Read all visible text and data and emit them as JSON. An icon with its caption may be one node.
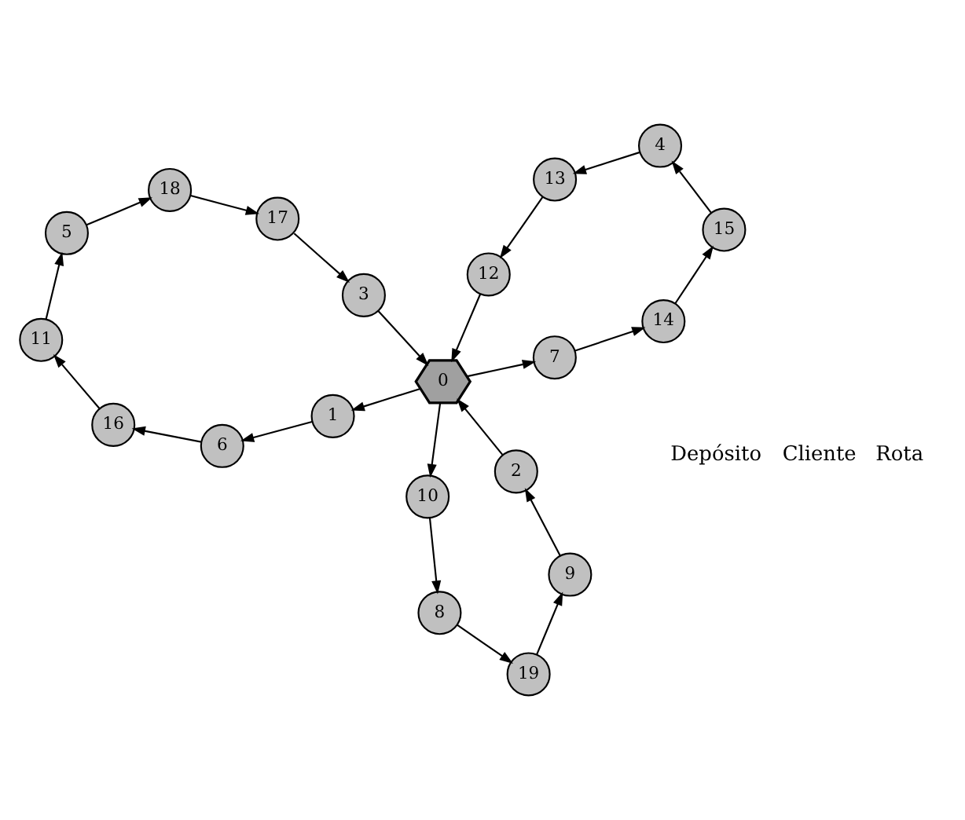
{
  "diagram": {
    "nodes": [
      {
        "text": [
          "0"
        ]
      },
      {
        "text": [
          "1"
        ]
      },
      {
        "text": [
          "2"
        ]
      },
      {
        "text": [
          "3"
        ]
      },
      {
        "text": [
          "4"
        ]
      },
      {
        "text": [
          "5"
        ]
      },
      {
        "text": [
          "6"
        ]
      },
      {
        "text": [
          "7"
        ]
      },
      {
        "text": [
          "8"
        ]
      },
      {
        "text": [
          "9"
        ]
      },
      {
        "text": [
          "10"
        ]
      },
      {
        "text": [
          "11"
        ]
      },
      {
        "text": [
          "12"
        ]
      },
      {
        "text": [
          "13"
        ]
      },
      {
        "text": [
          "14"
        ]
      },
      {
        "text": [
          "15"
        ]
      },
      {
        "text": [
          "16"
        ]
      },
      {
        "text": [
          "17"
        ]
      },
      {
        "text": [
          "18"
        ]
      },
      {
        "text": [
          "19"
        ]
      }
    ],
    "edges": [
      {
        "from": 0,
        "to": 7,
        "arrow": "to"
      },
      {
        "from": 7,
        "to": 14,
        "arrow": "to"
      },
      {
        "from": 14,
        "to": 15,
        "arrow": "to"
      },
      {
        "from": 15,
        "to": 4,
        "arrow": "to"
      },
      {
        "from": 4,
        "to": 13,
        "arrow": "to"
      },
      {
        "from": 13,
        "to": 12,
        "arrow": "to"
      },
      {
        "from": 12,
        "to": 0,
        "arrow": "to"
      },
      {
        "from": 0,
        "to": 1,
        "arrow": "to"
      },
      {
        "from": 1,
        "to": 6,
        "arrow": "to"
      },
      {
        "from": 6,
        "to": 16,
        "arrow": "to"
      },
      {
        "from": 16,
        "to": 11,
        "arrow": "to"
      },
      {
        "from": 11,
        "to": 5,
        "arrow": "to"
      },
      {
        "from": 5,
        "to": 18,
        "arrow": "to"
      },
      {
        "from": 18,
        "to": 17,
        "arrow": "to"
      },
      {
        "from": 17,
        "to": 3,
        "arrow": "to"
      },
      {
        "from": 3,
        "to": 0,
        "arrow": "to"
      },
      {
        "from": 0,
        "to": 10,
        "arrow": "to"
      },
      {
        "from": 10,
        "to": 8,
        "arrow": "to"
      },
      {
        "from": 8,
        "to": 19,
        "arrow": "to"
      },
      {
        "from": 19,
        "to": 9,
        "arrow": "to"
      },
      {
        "from": 9,
        "to": 2,
        "arrow": "to"
      },
      {
        "from": 2,
        "to": 0,
        "arrow": "to"
      }
    ],
    "legend": [
      {
        "text": "Depósito"
      },
      {
        "text": "Cliente"
      },
      {
        "text": "Rota"
      }
    ]
  }
}
